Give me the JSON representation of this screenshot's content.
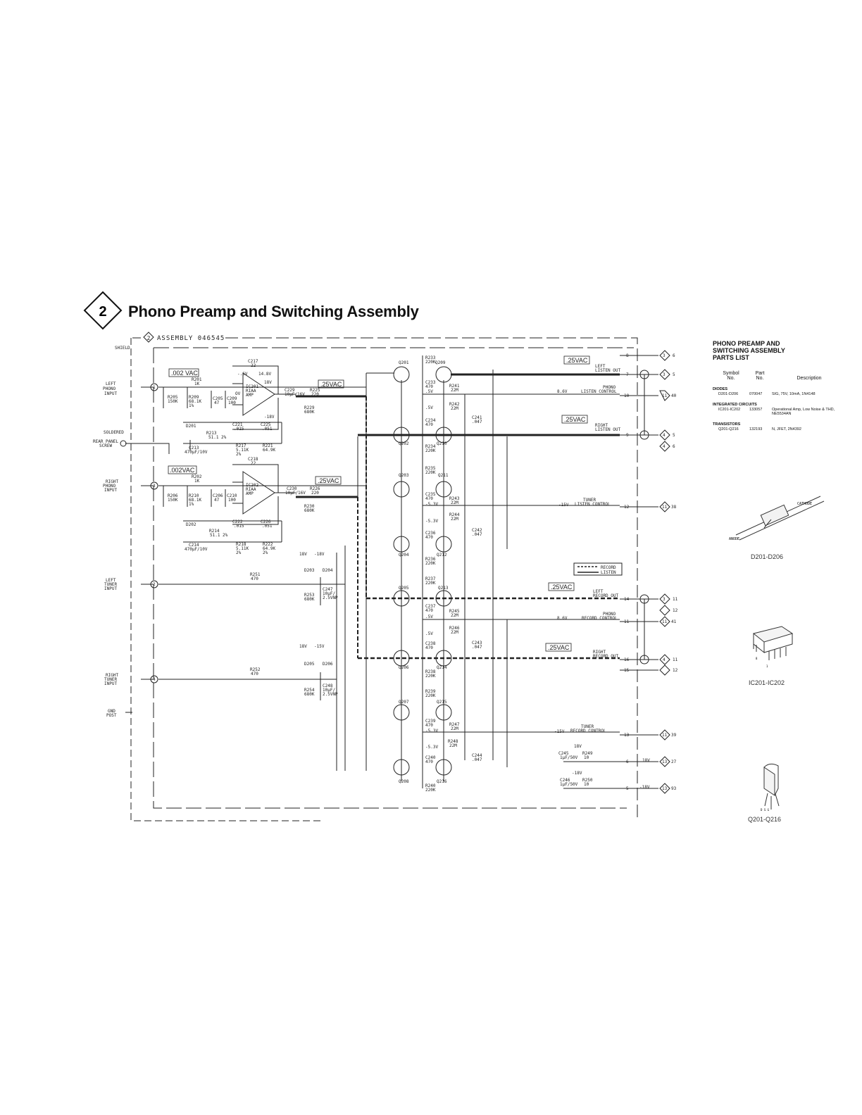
{
  "header": {
    "badge_number": "2",
    "title": "Phono Preamp and Switching Assembly"
  },
  "schematic": {
    "assembly_badge": "2",
    "assembly_label": "ASSEMBLY 046545",
    "inputs": {
      "shield": "SHIELD",
      "left_phono": [
        "LEFT",
        "PHONO",
        "INPUT"
      ],
      "right_phono": [
        "RIGHT",
        "PHONO",
        "INPUT"
      ],
      "left_tuner": [
        "LEFT",
        "TUNER",
        "INPUT"
      ],
      "right_tuner": [
        "RIGHT",
        "TUNER",
        "INPUT"
      ],
      "soldered": "SOLDERED",
      "rear_panel": [
        "REAR PANEL",
        "SCREW"
      ],
      "gnd_post": [
        "GND",
        "POST"
      ]
    },
    "levels": {
      "left_phono_in": ".002 VAC",
      "right_phono_in": ".002VAC",
      "left_riaa_out": ".25VAC",
      "right_riaa_out": ".25VAC",
      "left_listen": ".25VAC",
      "right_listen": ".25VAC",
      "left_record": ".25VAC",
      "right_record": ".25VAC"
    },
    "ic": {
      "ic201": [
        "IC201",
        "RIAA",
        "AMP"
      ],
      "ic202": [
        "IC202",
        "RIAA",
        "AMP"
      ]
    },
    "components": {
      "r201": [
        "R201",
        "1K"
      ],
      "r202": [
        "R202",
        "1K"
      ],
      "r205": [
        "R205",
        "150K"
      ],
      "r206": [
        "R206",
        "150K"
      ],
      "r209": [
        "R209",
        "68.1K",
        "1%"
      ],
      "r210": [
        "R210",
        "68.1K",
        "1%"
      ],
      "c205": [
        "C205",
        "47"
      ],
      "c206": [
        "C206",
        "47"
      ],
      "c209": [
        "C209",
        "100"
      ],
      "c210": [
        "C210",
        "100"
      ],
      "c217": [
        "C217",
        "22"
      ],
      "c218": [
        "C218",
        "22"
      ],
      "c221": [
        "C221",
        ".015"
      ],
      "c222": [
        "C222",
        ".015"
      ],
      "c225": [
        "C225",
        ".051"
      ],
      "c226": [
        "C226",
        ".051"
      ],
      "r213": [
        "R213",
        "51.1 2%"
      ],
      "r214": [
        "R214",
        "51.1 2%"
      ],
      "c213": [
        "C213",
        "470μF/10V"
      ],
      "c214": [
        "C214",
        "470μF/10V"
      ],
      "r217": [
        "R217",
        "5.11K",
        "2%"
      ],
      "r218": [
        "R218",
        "5.11K",
        "2%"
      ],
      "r221": [
        "R221",
        "64.9K"
      ],
      "r222": [
        "R222",
        "64.9K",
        "2%"
      ],
      "d201": "D201",
      "d202": "D202",
      "c229": [
        "C229",
        "10μF/16V"
      ],
      "c230": [
        "C230",
        "10μF/16V"
      ],
      "r225": [
        "R225",
        "220"
      ],
      "r226": [
        "R226",
        "220"
      ],
      "r229": [
        "R229",
        "680K"
      ],
      "r230": [
        "R230",
        "680K"
      ],
      "r251": [
        "R251",
        "470"
      ],
      "r252": [
        "R252",
        "470"
      ],
      "r253": [
        "R253",
        "680K"
      ],
      "r254": [
        "R254",
        "680K"
      ],
      "c247": [
        "C247",
        "10μF/",
        "2.5VNP"
      ],
      "c248": [
        "C248",
        "10μF/",
        "2.5VNP"
      ],
      "d203": "D203",
      "d204": "D204",
      "d205": "D205",
      "d206": "D206",
      "r233": [
        "R233",
        "220K"
      ],
      "r234": [
        "R234",
        "220K"
      ],
      "r235": [
        "R235",
        "220K"
      ],
      "r236": [
        "R236",
        "220K"
      ],
      "r237": [
        "R237",
        "220K"
      ],
      "r238": [
        "R238",
        "220K"
      ],
      "r239": [
        "R239",
        "220K"
      ],
      "r240": [
        "R240",
        "220K"
      ],
      "c233": [
        "C233",
        "470"
      ],
      "c234": [
        "C234",
        "470"
      ],
      "c235": [
        "C235",
        "470"
      ],
      "c236": [
        "C236",
        "470"
      ],
      "c237": [
        "C237",
        "470"
      ],
      "c238": [
        "C238",
        "470"
      ],
      "c239": [
        "C239",
        "470"
      ],
      "c240": [
        "C240",
        "470"
      ],
      "r241": [
        "R241",
        "22M"
      ],
      "r242": [
        "R242",
        "22M"
      ],
      "r243": [
        "R243",
        "22M"
      ],
      "r244": [
        "R244",
        "22M"
      ],
      "r245": [
        "R245",
        "22M"
      ],
      "r246": [
        "R246",
        "22M"
      ],
      "r247": [
        "R247",
        "22M"
      ],
      "r248": [
        "R248",
        "22M"
      ],
      "c241": [
        "C241",
        ".047"
      ],
      "c242": [
        "C242",
        ".047"
      ],
      "c243": [
        "C243",
        ".047"
      ],
      "c244": [
        "C244",
        ".047"
      ],
      "c245": [
        "C245",
        "1μF/50V"
      ],
      "c246": [
        "C246",
        "1μF/50V"
      ],
      "r249": [
        "R249",
        "10"
      ],
      "r250": [
        "R250",
        "10"
      ]
    },
    "transistors": [
      "Q201",
      "Q202",
      "Q203",
      "Q204",
      "Q205",
      "Q206",
      "Q207",
      "Q208",
      "Q209",
      "Q210",
      "Q211",
      "Q212",
      "Q213",
      "Q214",
      "Q215",
      "Q216"
    ],
    "voltages": {
      "neg6v": "-.6V",
      "p14v": "14.8V",
      "p18v": "18V",
      "n18v": "-18V",
      "ov": "OV",
      "p5v": ".5V",
      "n53v": "-5.3V",
      "p86v": "8.6V",
      "n15v": "-15V",
      "p18v_b": "18V",
      "n18v_b": "-18V",
      "p10v": "18V",
      "n15v_b": "-15V"
    },
    "outputs": {
      "left_listen": [
        "LEFT",
        "LISTEN OUT"
      ],
      "phono_listen": [
        "PHONO",
        "LISTEN CONTROL"
      ],
      "right_listen": [
        "RIGHT",
        "LISTEN OUT"
      ],
      "tuner_listen": [
        "TUNER",
        "LISTEN CONTROL"
      ],
      "left_record": [
        "LEFT",
        "RECORD OUT"
      ],
      "phono_record": [
        "PHONO",
        "RECORD CONTROL"
      ],
      "right_record": [
        "RIGHT",
        "RECORD OUT"
      ],
      "tuner_record": [
        "TUNER",
        "RECORD CONTROL"
      ]
    },
    "legend": {
      "record": "RECORD",
      "listen": "LISTEN"
    },
    "pins": {
      "p8": "8",
      "p7": "7",
      "p10": "10",
      "p9": "9",
      "p12": "12",
      "p14": "14",
      "p11": "11",
      "p16": "16",
      "p15": "15",
      "p13": "13",
      "p6": "6",
      "p5": "5",
      "in1": "1",
      "in3": "3",
      "in2": "2",
      "in4": "4"
    },
    "connectors": {
      "c6": "6",
      "c5": "5",
      "c40": "40",
      "c5b": "5",
      "c6b": "6",
      "c38": "38",
      "c11": "11",
      "c12": "12",
      "c41": "41",
      "c11b": "11",
      "c12b": "12",
      "c39": "39",
      "c27": "27",
      "c93": "93",
      "j3a": "3",
      "j3b": "3",
      "j4a": "4",
      "j4b": "4",
      "j3c": "3",
      "j4c": "4",
      "j11a": "11",
      "j11b": "11",
      "j11c": "11",
      "j11d": "11",
      "j13a": "13",
      "j13b": "13"
    }
  },
  "parts_list": {
    "title": [
      "PHONO PREAMP AND",
      "SWITCHING ASSEMBLY",
      "PARTS LIST"
    ],
    "headers": {
      "symbol": [
        "Symbol",
        "No."
      ],
      "part": [
        "Part",
        "No."
      ],
      "desc": "Description"
    },
    "sections": [
      {
        "name": "DIODES",
        "rows": [
          {
            "symbol": "D201-D206",
            "part": "070047",
            "desc": "SIG, 75V, 10mA, 1N4148"
          }
        ]
      },
      {
        "name": "INTEGRATED CIRCUITS",
        "rows": [
          {
            "symbol": "IC201-IC202",
            "part": "133057",
            "desc": "Operational Amp, Low Noise & THD, NE5534AN"
          }
        ]
      },
      {
        "name": "TRANSISTORS",
        "rows": [
          {
            "symbol": "Q201-Q216",
            "part": "132193",
            "desc": "N, JFET, 2N4392"
          }
        ]
      }
    ]
  },
  "component_drawings": {
    "diode": {
      "cathode": "CATHODE",
      "anode": "ANODE",
      "caption": "D201-D206"
    },
    "ic": {
      "caption": "IC201-IC202",
      "pin1": "1",
      "pin8": "8"
    },
    "transistor": {
      "caption": "Q201-Q216",
      "pins": "D S G"
    }
  }
}
